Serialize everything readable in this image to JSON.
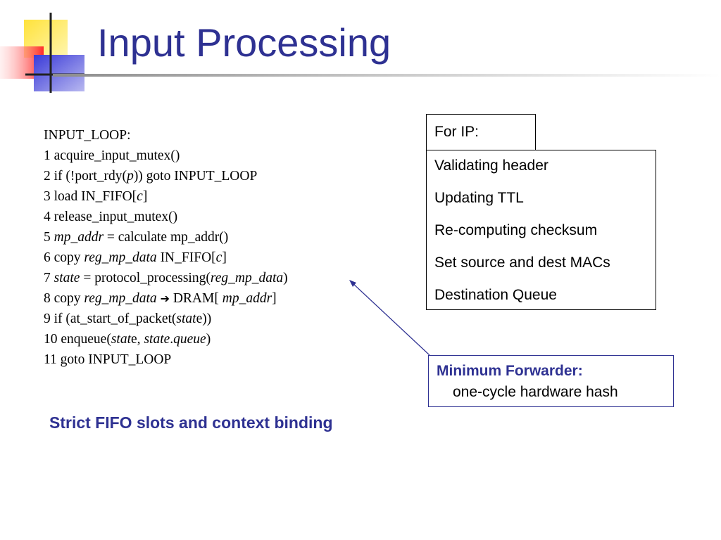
{
  "slide": {
    "title": "Input Processing",
    "code_lines": [
      [
        {
          "t": "INPUT_LOOP:"
        }
      ],
      [
        {
          "t": "1 acquire_input_mutex()"
        }
      ],
      [
        {
          "t": "2 if (!port_rdy("
        },
        {
          "t": "p",
          "i": true
        },
        {
          "t": ")) goto INPUT_LOOP"
        }
      ],
      [
        {
          "t": "3 load IN_FIFO["
        },
        {
          "t": "c",
          "i": true
        },
        {
          "t": "]"
        }
      ],
      [
        {
          "t": "4 release_input_mutex()"
        }
      ],
      [
        {
          "t": "5 "
        },
        {
          "t": "mp_addr",
          "i": true
        },
        {
          "t": " = calculate mp_addr()"
        }
      ],
      [
        {
          "t": "6 copy "
        },
        {
          "t": "reg_mp_data",
          "i": true
        },
        {
          "t": " IN_FIFO["
        },
        {
          "t": "c",
          "i": true
        },
        {
          "t": "]"
        }
      ],
      [
        {
          "t": "7 "
        },
        {
          "t": "state",
          "i": true
        },
        {
          "t": " = protocol_processing("
        },
        {
          "t": "reg_mp_data",
          "i": true
        },
        {
          "t": ")"
        }
      ],
      [
        {
          "t": "8 copy "
        },
        {
          "t": "reg_mp_data",
          "i": true
        },
        {
          "t": " "
        },
        {
          "t": "➔",
          "g": true
        },
        {
          "t": " DRAM[ "
        },
        {
          "t": "mp_addr",
          "i": true
        },
        {
          "t": "]"
        }
      ],
      [
        {
          "t": "9 if (at_start_of_packet("
        },
        {
          "t": "stat",
          "i": true
        },
        {
          "t": "e))"
        }
      ],
      [
        {
          "t": "10 enqueue("
        },
        {
          "t": "stat",
          "i": true
        },
        {
          "t": "e, "
        },
        {
          "t": "state",
          "i": true
        },
        {
          "t": "."
        },
        {
          "t": "queue",
          "i": true
        },
        {
          "t": ")"
        }
      ],
      [
        {
          "t": "11 goto INPUT_LOOP"
        }
      ]
    ],
    "ip_box": {
      "heading": "For IP:",
      "items": [
        "Validating header",
        "Updating TTL",
        "Re-computing checksum",
        "Set source and dest MACs",
        "Destination Queue"
      ]
    },
    "forwarder": {
      "heading": "Minimum Forwarder:",
      "detail": "one-cycle hardware hash"
    },
    "caption": "Strict FIFO slots and context binding"
  },
  "colors": {
    "title": "#2e3192",
    "accent_yellow": "#ffd400",
    "accent_red": "#ff4040",
    "accent_blue": "#2e3192"
  }
}
